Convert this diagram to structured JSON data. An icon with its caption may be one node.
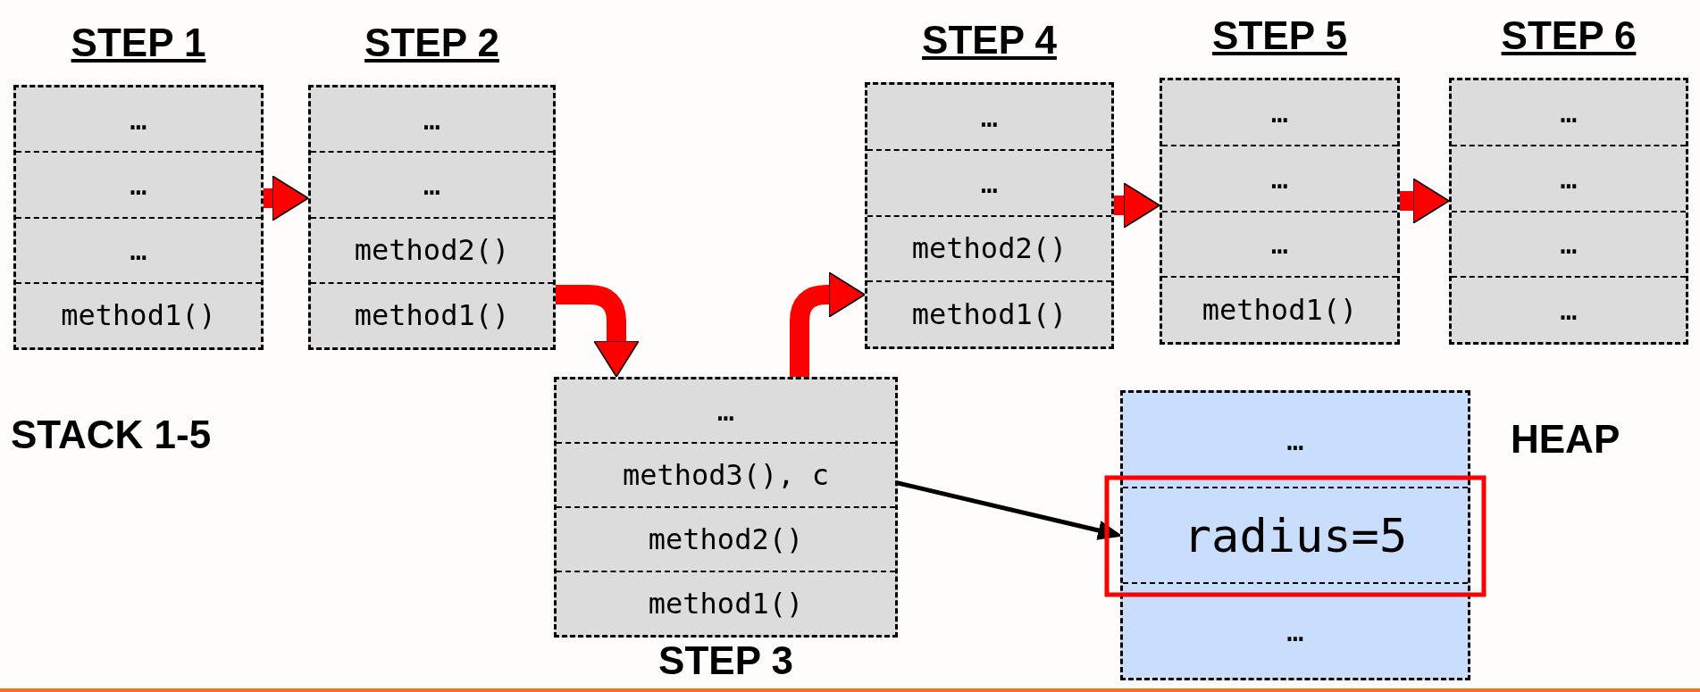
{
  "diagram": {
    "nodes": [
      {
        "text": [
          "STEP 1"
        ]
      },
      {
        "text": [
          "…"
        ],
        "in": 0
      },
      {
        "text": [
          "…"
        ],
        "in": 0
      },
      {
        "text": [
          "…"
        ],
        "in": 0
      },
      {
        "text": [
          "method1()"
        ],
        "in": 0
      },
      {
        "text": [
          "STEP 2"
        ]
      },
      {
        "text": [
          "…"
        ],
        "in": 5
      },
      {
        "text": [
          "…"
        ],
        "in": 5
      },
      {
        "text": [
          "method2()"
        ],
        "in": 5
      },
      {
        "text": [
          "method1()"
        ],
        "in": 5
      },
      {
        "text": [
          "STEP 4"
        ]
      },
      {
        "text": [
          "…"
        ],
        "in": 10
      },
      {
        "text": [
          "…"
        ],
        "in": 10
      },
      {
        "text": [
          "method2()"
        ],
        "in": 10
      },
      {
        "text": [
          "method1()"
        ],
        "in": 10
      },
      {
        "text": [
          "STEP 5"
        ]
      },
      {
        "text": [
          "…"
        ],
        "in": 15
      },
      {
        "text": [
          "…"
        ],
        "in": 15
      },
      {
        "text": [
          "…"
        ],
        "in": 15
      },
      {
        "text": [
          "method1()"
        ],
        "in": 15
      },
      {
        "text": [
          "STEP 6"
        ]
      },
      {
        "text": [
          "…"
        ],
        "in": 20
      },
      {
        "text": [
          "…"
        ],
        "in": 20
      },
      {
        "text": [
          "…"
        ],
        "in": 20
      },
      {
        "text": [
          "…"
        ],
        "in": 20
      },
      {
        "text": [
          "STEP 3"
        ]
      },
      {
        "text": [
          "…"
        ],
        "in": 25
      },
      {
        "text": [
          "method3(), c"
        ],
        "in": 25
      },
      {
        "text": [
          "method2()"
        ],
        "in": 25
      },
      {
        "text": [
          "method1()"
        ],
        "in": 25
      },
      {
        "text": [
          "HEAP"
        ]
      },
      {
        "text": [
          "…"
        ],
        "in": 30
      },
      {
        "text": [
          "radius=5"
        ],
        "in": 30
      },
      {
        "text": [
          "…"
        ],
        "in": 30
      }
    ],
    "edges": [
      {
        "from": 0,
        "to": 5,
        "arrow": "to"
      },
      {
        "from": 5,
        "to": 25,
        "arrow": "to"
      },
      {
        "from": 25,
        "to": 10,
        "arrow": "to"
      },
      {
        "from": 10,
        "to": 15,
        "arrow": "to"
      },
      {
        "from": 15,
        "to": 20,
        "arrow": "to"
      },
      {
        "from": 27,
        "to": 32,
        "arrow": "to",
        "color": "#000000"
      }
    ],
    "labels": [
      "STACK 1-5"
    ]
  }
}
